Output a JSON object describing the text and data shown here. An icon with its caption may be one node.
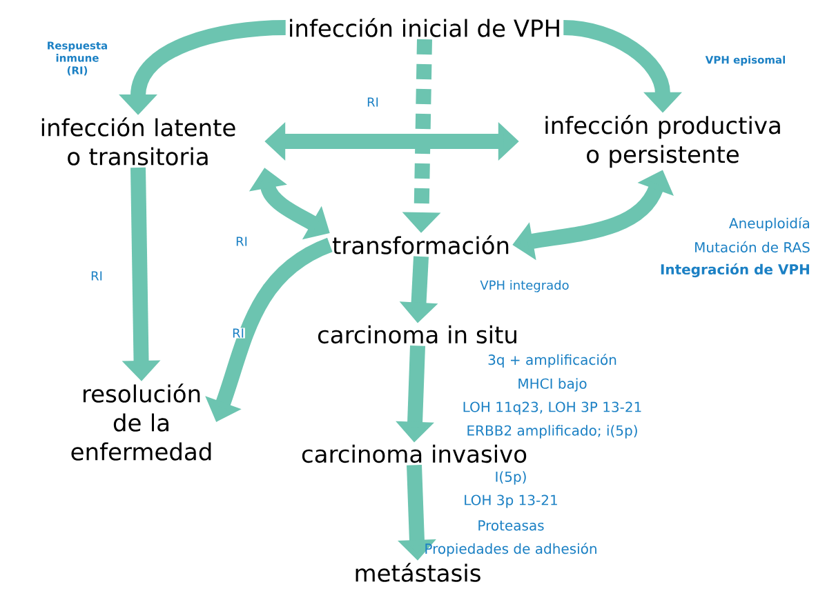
{
  "diagram": {
    "nodes": [
      {
        "text": [
          "infección inicial de VPH"
        ]
      },
      {
        "text": [
          "infección latente o transitoria"
        ]
      },
      {
        "text": [
          "infección productiva o persistente"
        ]
      },
      {
        "text": [
          "transformación"
        ]
      },
      {
        "text": [
          "carcinoma in situ"
        ]
      },
      {
        "text": [
          "resolución de la enfermedad"
        ]
      },
      {
        "text": [
          "carcinoma invasivo"
        ]
      },
      {
        "text": [
          "metástasis"
        ]
      }
    ],
    "edges": [
      {
        "from": 0,
        "to": 1,
        "arrow": "to",
        "label": "Respuesta inmune (RI)"
      },
      {
        "from": 0,
        "to": 2,
        "arrow": "to",
        "label": "VPH episomal"
      },
      {
        "from": 0,
        "to": 3,
        "arrow": "to",
        "style": "dashed"
      },
      {
        "from": 1,
        "to": 2,
        "arrow": "both",
        "label": "RI"
      },
      {
        "from": 1,
        "to": 3,
        "arrow": "both",
        "label": "RI"
      },
      {
        "from": 3,
        "to": 5,
        "arrow": "to",
        "label": "RI"
      },
      {
        "from": 1,
        "to": 5,
        "arrow": "to",
        "label": "RI"
      },
      {
        "from": 2,
        "to": 3,
        "arrow": "both"
      },
      {
        "from": 3,
        "to": 4,
        "arrow": "to",
        "label": "VPH integrado"
      },
      {
        "from": 4,
        "to": 6,
        "arrow": "to"
      },
      {
        "from": 6,
        "to": 7,
        "arrow": "to"
      }
    ],
    "labels": [
      "Aneuploidía",
      "Mutación de RAS",
      "Integración de VPH",
      "3q + amplificación",
      "MHCI bajo",
      "LOH 11q23, LOH 3P 13-21",
      "ERBB2 amplificado; i(5p)",
      "I(5p)",
      "LOH 3p 13-21",
      "Proteasas",
      "Propiedades de adhesión"
    ]
  }
}
